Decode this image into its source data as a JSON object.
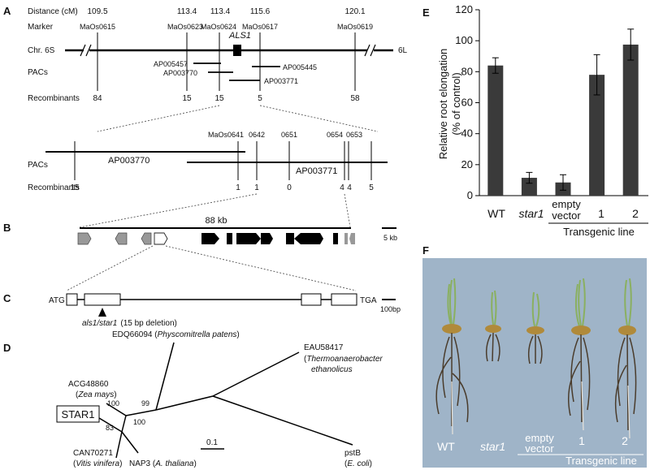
{
  "panel_labels": {
    "a": "A",
    "b": "B",
    "c": "C",
    "d": "D",
    "e": "E",
    "f": "F"
  },
  "panel_a": {
    "row_labels": {
      "distance": "Distance (cM)",
      "marker": "Marker",
      "chromosome": "Chr. 6S",
      "chromosome_end": "6L",
      "pacs": "PACs",
      "recombinants": "Recombinants",
      "pacs2": "PACs",
      "recombinants2": "Recombinants"
    },
    "distances": [
      "109.5",
      "113.4",
      "113.4",
      "115.6",
      "120.1"
    ],
    "markers": [
      "MaOs0615",
      "MaOs0623",
      "MaOs0624",
      "MaOs0617",
      "MaOs0619"
    ],
    "gene": "ALS1",
    "pacs": [
      "AP005457",
      "AP003770",
      "AP005445",
      "AP003771"
    ],
    "recombinants": [
      "84",
      "15",
      "15",
      "5",
      "58"
    ],
    "fine_markers": [
      "MaOs0641",
      "0642",
      "0651",
      "0654",
      "0653"
    ],
    "fine_pacs": [
      "AP003770",
      "AP003771"
    ],
    "fine_recombinants": [
      "15",
      "1",
      "1",
      "0",
      "4",
      "4",
      "5"
    ]
  },
  "panel_b": {
    "size_label": "88 kb",
    "scale_label": "5 kb"
  },
  "panel_c": {
    "start": "ATG",
    "end": "TGA",
    "mutation_gene": "als1/star1",
    "mutation_note": "(15 bp deletion)",
    "scale_label": "100bp"
  },
  "panel_d": {
    "taxa": [
      {
        "id": "EDQ66094",
        "species": "Physcomitrella patens"
      },
      {
        "id": "EAU58417",
        "species_line1": "Thermoanaerobacter",
        "species_line2": "ethanolicus"
      },
      {
        "id": "ACG48860",
        "species": "Zea mays"
      },
      {
        "id": "STAR1"
      },
      {
        "id": "CAN70271",
        "species": "Vitis vinifera"
      },
      {
        "id": "NAP3",
        "species": "A. thaliana"
      },
      {
        "id": "pstB",
        "species": "E. coli"
      }
    ],
    "bootstrap": [
      "100",
      "99",
      "83",
      "100"
    ],
    "scale_label": "0.1"
  },
  "chart_data": {
    "type": "bar",
    "categories": [
      "WT",
      "star1",
      "empty vector",
      "1",
      "2"
    ],
    "values": [
      84,
      11.5,
      8.5,
      78,
      97.5
    ],
    "errors": [
      5,
      3.5,
      5,
      13,
      10
    ],
    "ylim": [
      0,
      120
    ],
    "yticks": [
      0,
      20,
      40,
      60,
      80,
      100,
      120
    ],
    "ylabel_line1": "Relative root elongation",
    "ylabel_line2": "(% of control)",
    "category_label_empty_line1": "empty",
    "category_label_empty_line2": "vector",
    "group_label": "Transgenic line",
    "bar_color": "#3a3a3a"
  },
  "panel_f": {
    "labels": [
      "WT",
      "star1",
      "empty",
      "vector",
      "1",
      "2"
    ],
    "group_label": "Transgenic line",
    "background": "#9fb4c8"
  }
}
